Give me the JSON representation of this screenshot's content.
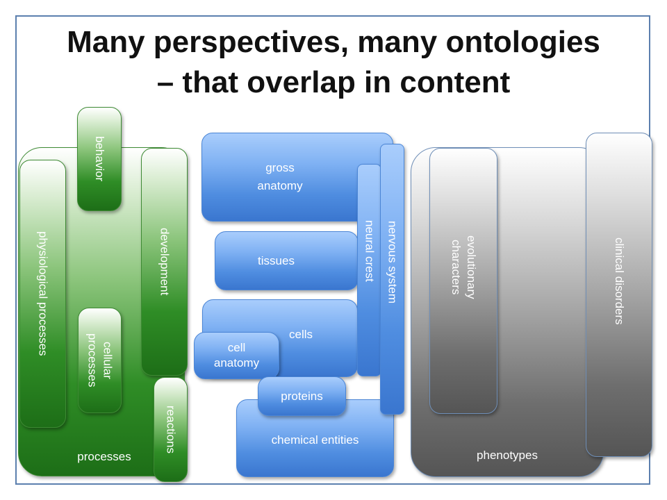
{
  "title": "Many perspectives, many ontologies\n– that overlap in content",
  "processes": {
    "container_label": "processes",
    "physiological": "physiological processes",
    "behavior": "behavior",
    "development": "development",
    "cellular": "cellular\nprocesses",
    "reactions": "reactions"
  },
  "anatomy": {
    "gross": "gross\nanatomy",
    "tissues": "tissues",
    "cells": "cells",
    "cell_anatomy": "cell\nanatomy",
    "proteins": "proteins",
    "chemical": "chemical entities",
    "neural_crest": "neural crest",
    "nervous_system": "nervous system"
  },
  "phenotypes": {
    "container_label": "phenotypes",
    "evolutionary": "evolutionary\ncharacters",
    "clinical": "clinical disorders"
  },
  "colors": {
    "green": "#2f8d26",
    "blue": "#4f8de0",
    "gray": "#6e6e6e",
    "frame": "#5b7fae"
  }
}
